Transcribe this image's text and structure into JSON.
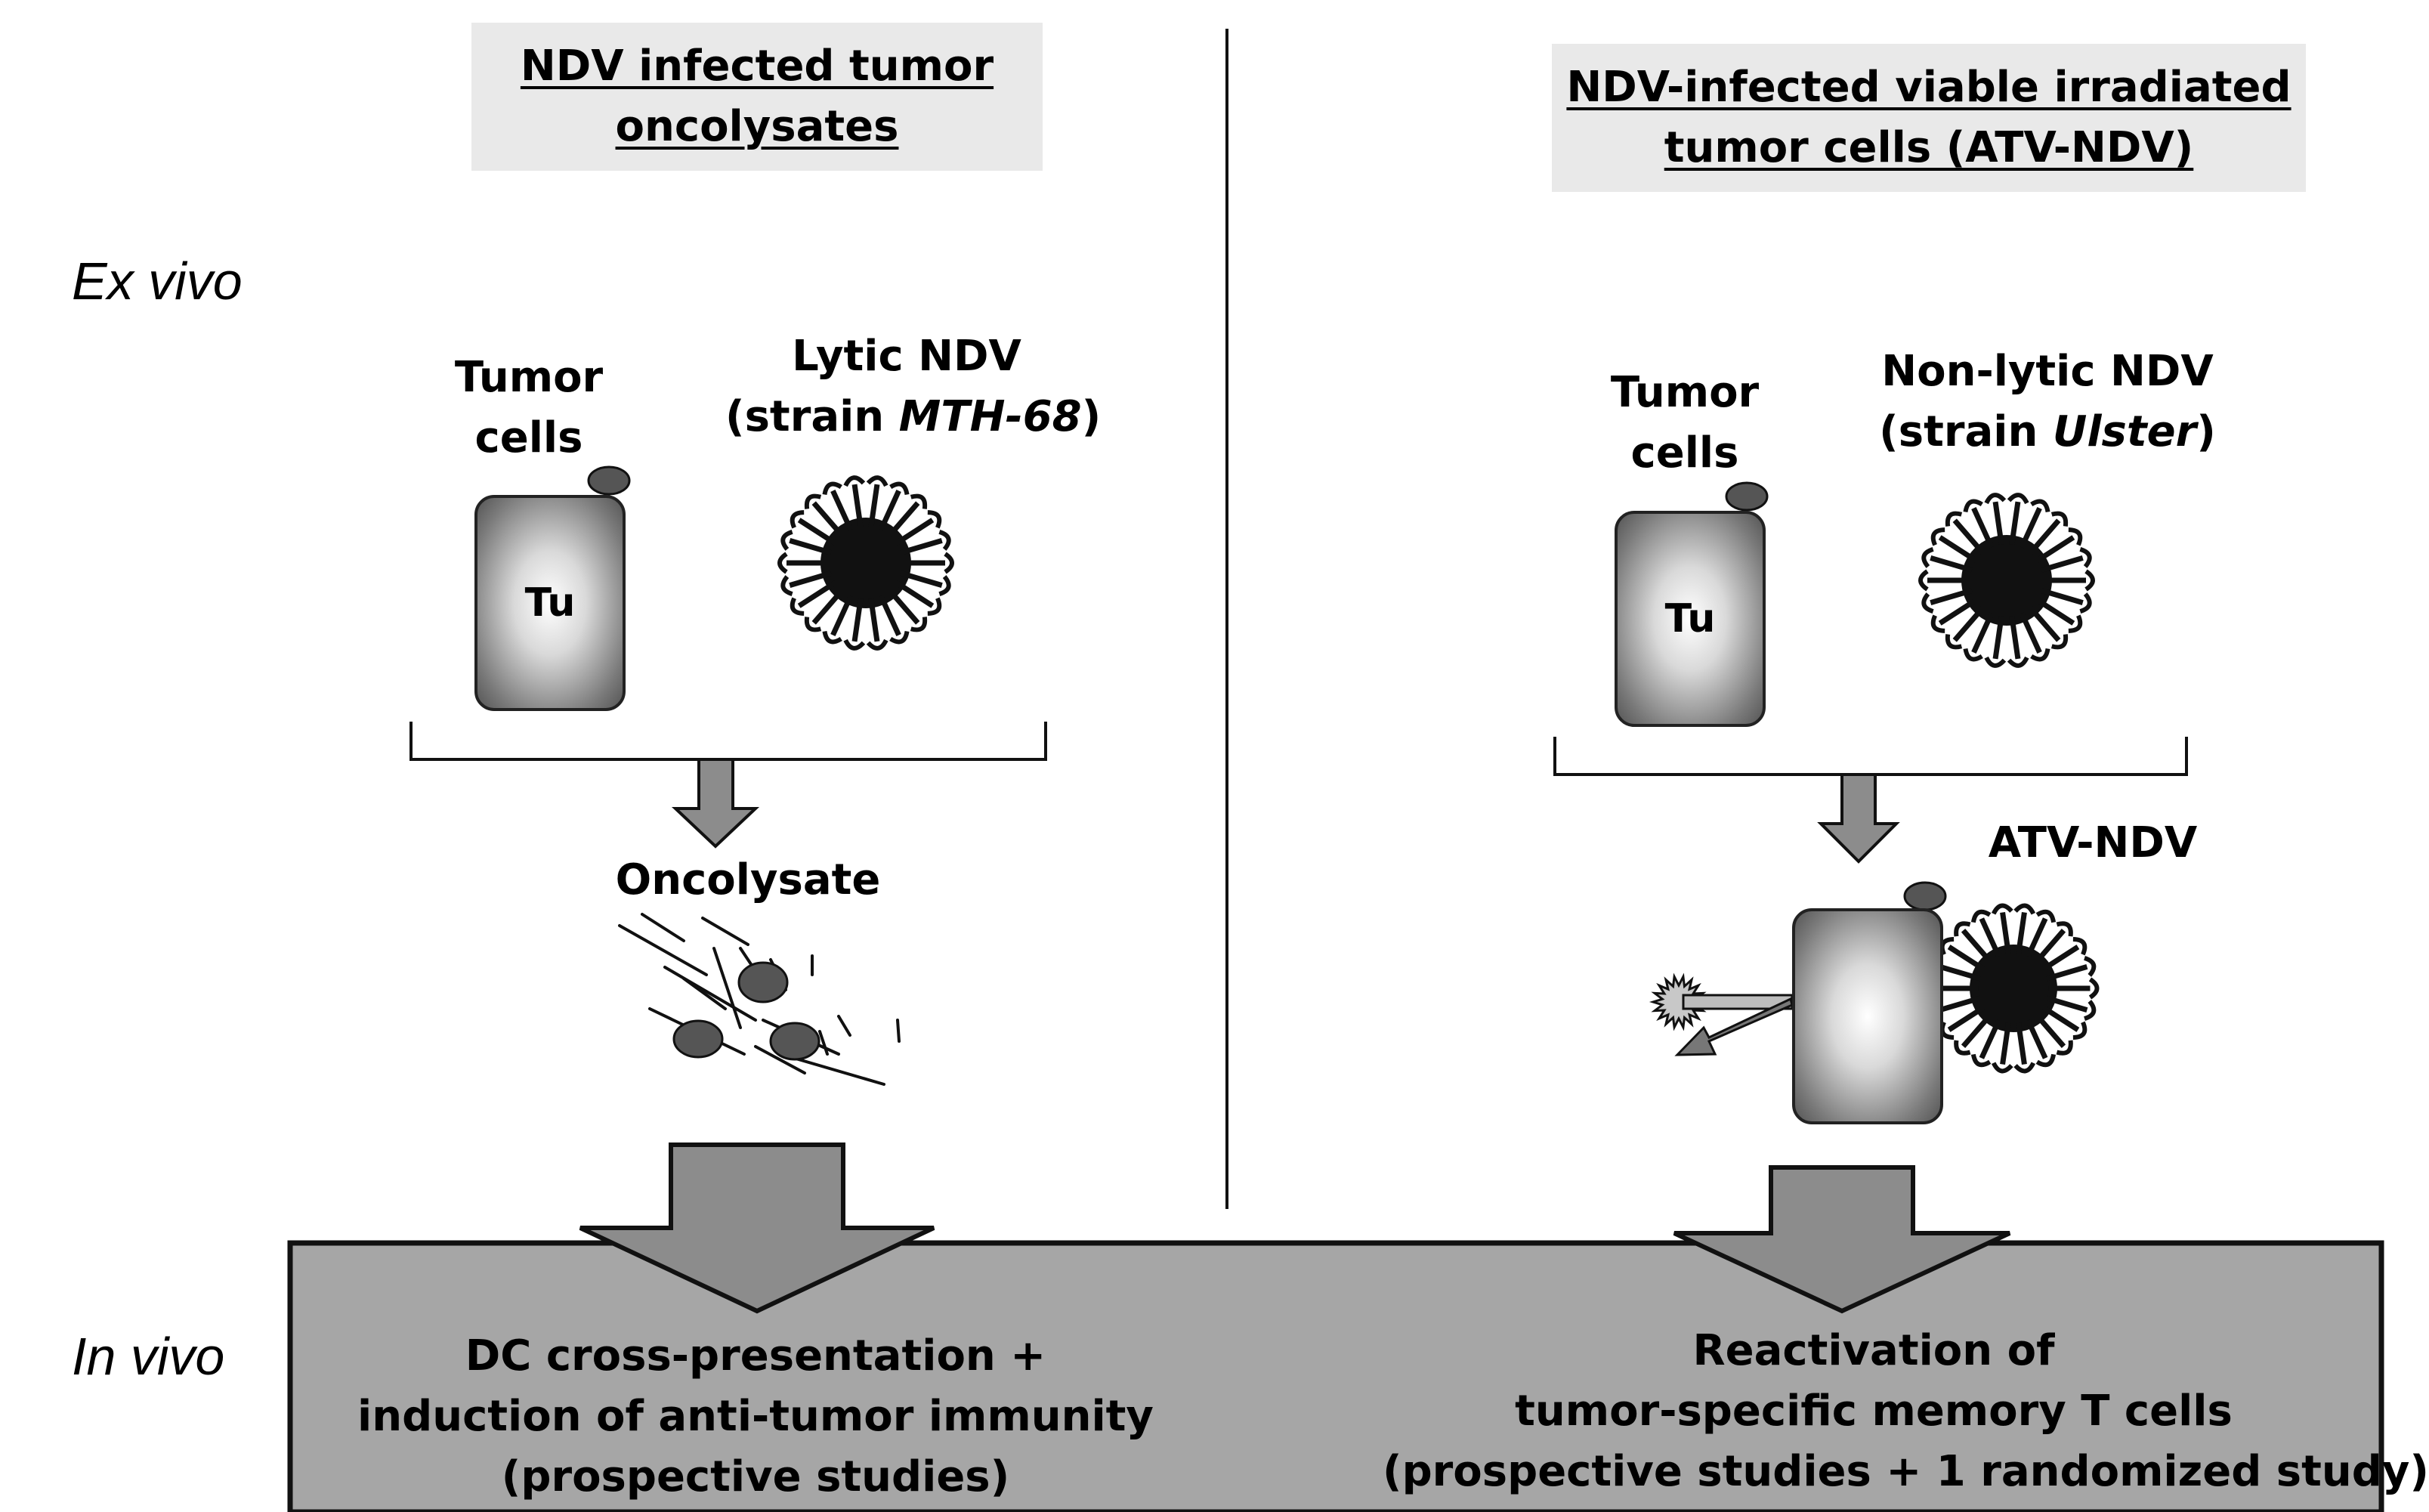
{
  "left": {
    "header_line1": "NDV infected tumor",
    "header_line2": "oncolysates",
    "tumor_line1": "Tumor",
    "tumor_line2": "cells",
    "cell_label": "Tu",
    "virus_line1": "Lytic NDV",
    "virus_prefix": "(strain ",
    "virus_strain": "MTH-68",
    "virus_suffix": ")",
    "product_label": "Oncolysate",
    "outcome_line1": "DC cross-presentation +",
    "outcome_line2": "induction of anti-tumor immunity",
    "outcome_line3": "(prospective studies)"
  },
  "right": {
    "header_line1": "NDV-infected viable irradiated",
    "header_line2": "tumor cells (ATV-NDV)",
    "tumor_line1": "Tumor",
    "tumor_line2": "cells",
    "cell_label": "Tu",
    "virus_line1": "Non-lytic NDV",
    "virus_prefix": "(strain ",
    "virus_strain": "Ulster",
    "virus_suffix": ")",
    "product_label": "ATV-NDV",
    "outcome_line1": "Reactivation of",
    "outcome_line2": "tumor-specific memory T cells",
    "outcome_line3": "(prospective studies + 1 randomized study)"
  },
  "stages": {
    "ex_vivo": "Ex vivo",
    "in_vivo": "In vivo"
  },
  "colors": {
    "header_bg": "#e9e9e9",
    "invivo_band": "#a6a6a6",
    "arrow_fill": "#8c8c8c",
    "dark_blob": "#555555"
  }
}
